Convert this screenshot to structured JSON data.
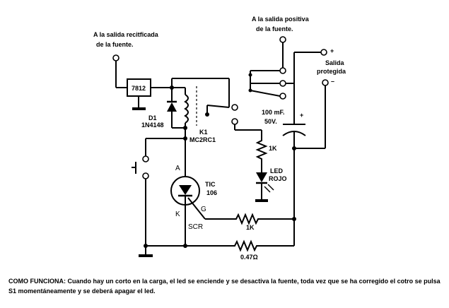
{
  "labels": {
    "input_line1": "A la salida recitficada",
    "input_line2": "de la fuente.",
    "positive_line1": "A la salida positiva",
    "positive_line2": "de la fuente.",
    "salida_line1": "Salida",
    "salida_line2": "protegida",
    "plus": "+",
    "minus": "–",
    "regulator": "7812",
    "diode_ref": "D1",
    "diode_part": "1N4148",
    "relay_ref": "K1",
    "relay_part": "MC2RC1",
    "cap_value1": "100 mF.",
    "cap_value2": "50V.",
    "cap_plus": "+",
    "res_top": "1K",
    "led_line1": "LED",
    "led_line2": "ROJO",
    "scr_anode": "A",
    "scr_part1": "TIC",
    "scr_part2": "106",
    "scr_cathode": "K",
    "scr_gate": "G",
    "scr_name": "SCR",
    "res_gate": "1K",
    "res_sense": "0.47Ω"
  },
  "caption": {
    "title": "COMO FUNCIONA:",
    "text": " Cuando hay un corto en la carga, el led se enciende y se desactiva la fuente, toda vez que se ha corregido el cotro se pulsa S1 momentáneamente y se deberá apagar el led."
  }
}
